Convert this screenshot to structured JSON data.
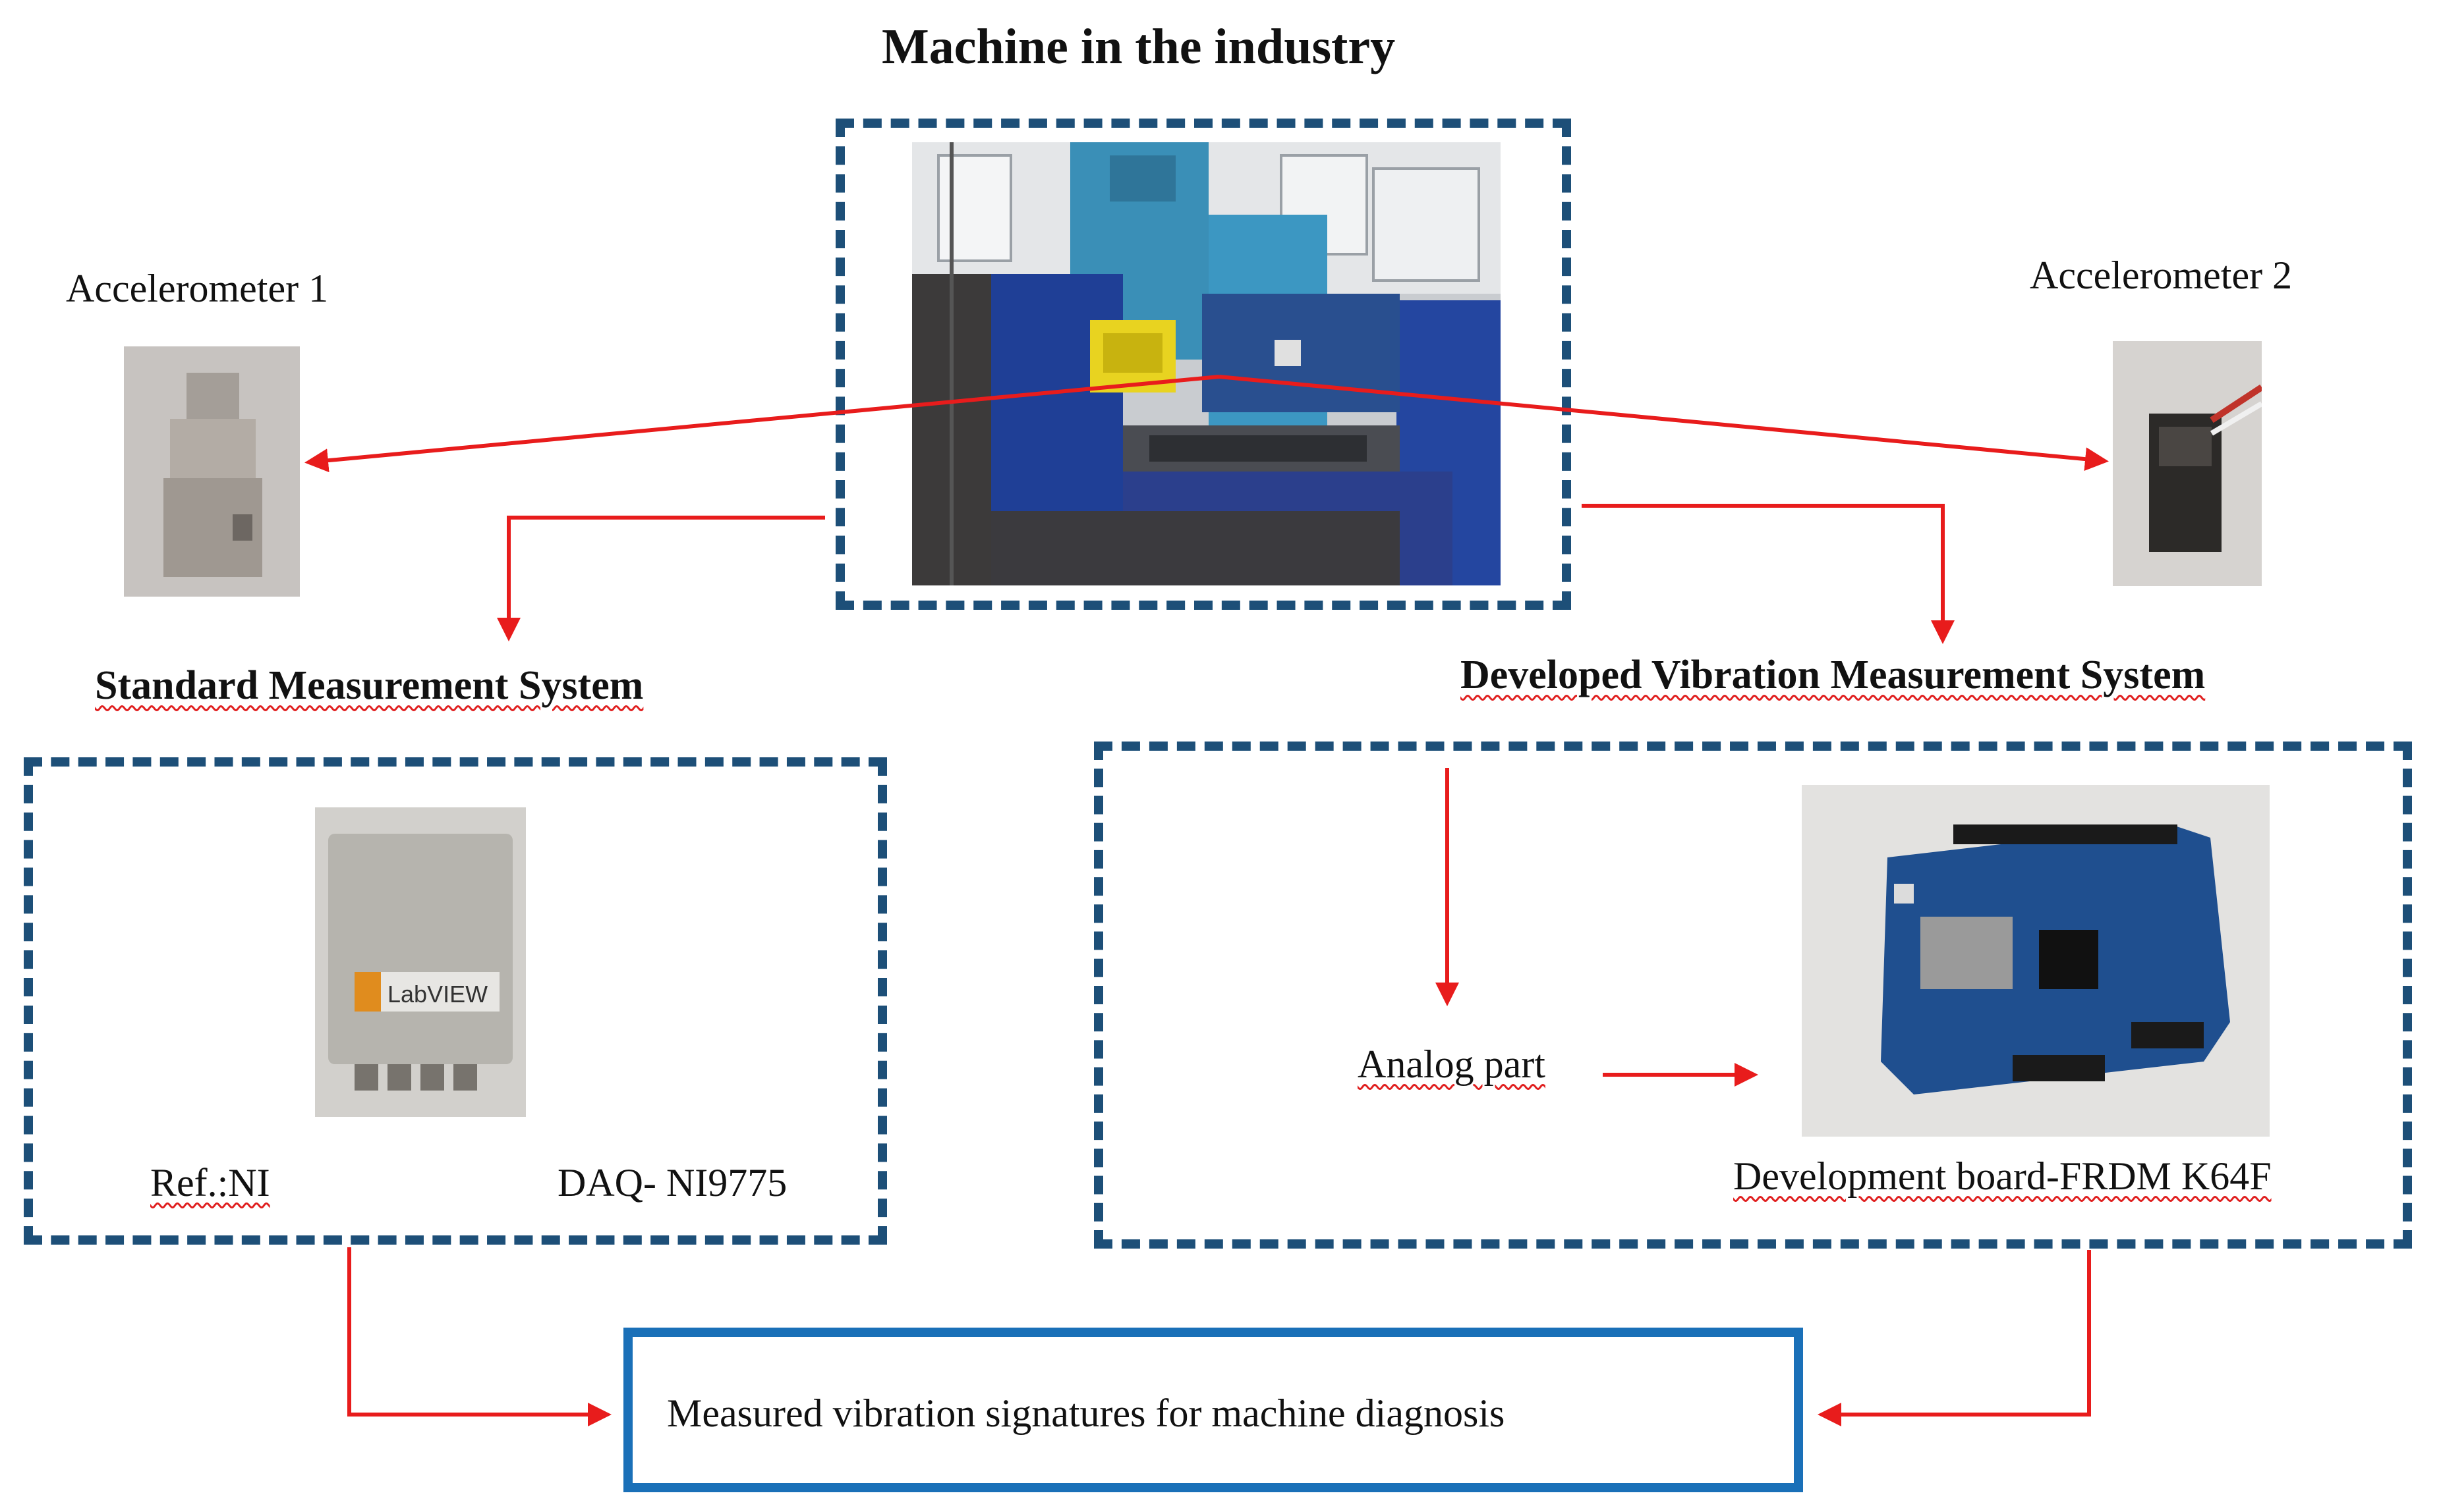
{
  "title": "Machine in the industry",
  "accelerometer_1": {
    "label": "Accelerometer 1"
  },
  "accelerometer_2": {
    "label": "Accelerometer 2"
  },
  "standard_system": {
    "heading": "Standard Measurement System",
    "ref_label": "Ref.:NI",
    "daq_label": "DAQ- NI9775",
    "device_brand": "LabVIEW"
  },
  "developed_system": {
    "heading": "Developed Vibration Measurement System",
    "analog_label": "Analog part",
    "board_label": "Development board-FRDM K64F"
  },
  "output": {
    "label": "Measured vibration signatures for machine diagnosis"
  },
  "colors": {
    "arrow": "#e81c1c",
    "dash_box": "#1d4f78",
    "output_box": "#1a70b8"
  }
}
